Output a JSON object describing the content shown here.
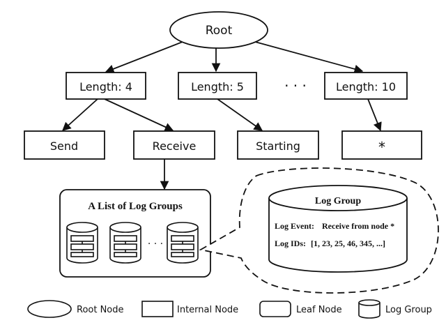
{
  "tree": {
    "root": "Root",
    "length_nodes": [
      "Length: 4",
      "Length: 5",
      "Length: 10"
    ],
    "ellipsis": "·  ·  ·",
    "leaf_nodes": [
      "Send",
      "Receive",
      "Starting",
      "*"
    ]
  },
  "log_groups_panel": {
    "title": "A List of Log Groups",
    "dots": "· · ·"
  },
  "log_group_detail": {
    "title": "Log Group",
    "event_label": "Log Event:",
    "event_value": "Receive from node *",
    "ids_label": "Log IDs:",
    "ids_value": "[1, 23, 25, 46, 345, ...]"
  },
  "legend": {
    "root_node": "Root Node",
    "internal_node": "Internal Node",
    "leaf_node": "Leaf Node",
    "log_group": "Log Group"
  }
}
